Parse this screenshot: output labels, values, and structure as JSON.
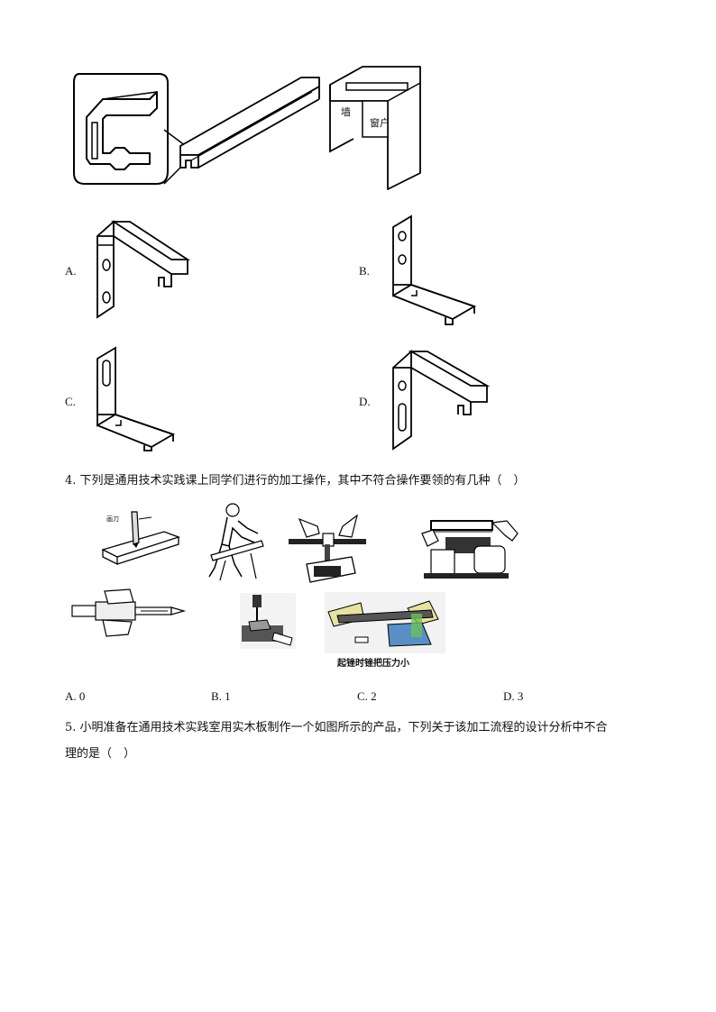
{
  "figure_top": {
    "label_wall": "墙",
    "label_window": "窗户"
  },
  "q3_options": [
    {
      "letter": "A."
    },
    {
      "letter": "B."
    },
    {
      "letter": "C."
    },
    {
      "letter": "D."
    }
  ],
  "q4": {
    "stem": "4. 下列是通用技术实践课上同学们进行的加工操作，其中不符合操作要领的有几种（　）",
    "tool_label_scriber": "画刀",
    "caption_file": "起锉时锉把压力小",
    "options": [
      "A. 0",
      "B. 1",
      "C. 2",
      "D. 3"
    ]
  },
  "q5": {
    "line1": "5. 小明准备在通用技术实践室用实木板制作一个如图所示的产品，下列关于该加工流程的设计分析中不合",
    "line2": "理的是（　）"
  }
}
